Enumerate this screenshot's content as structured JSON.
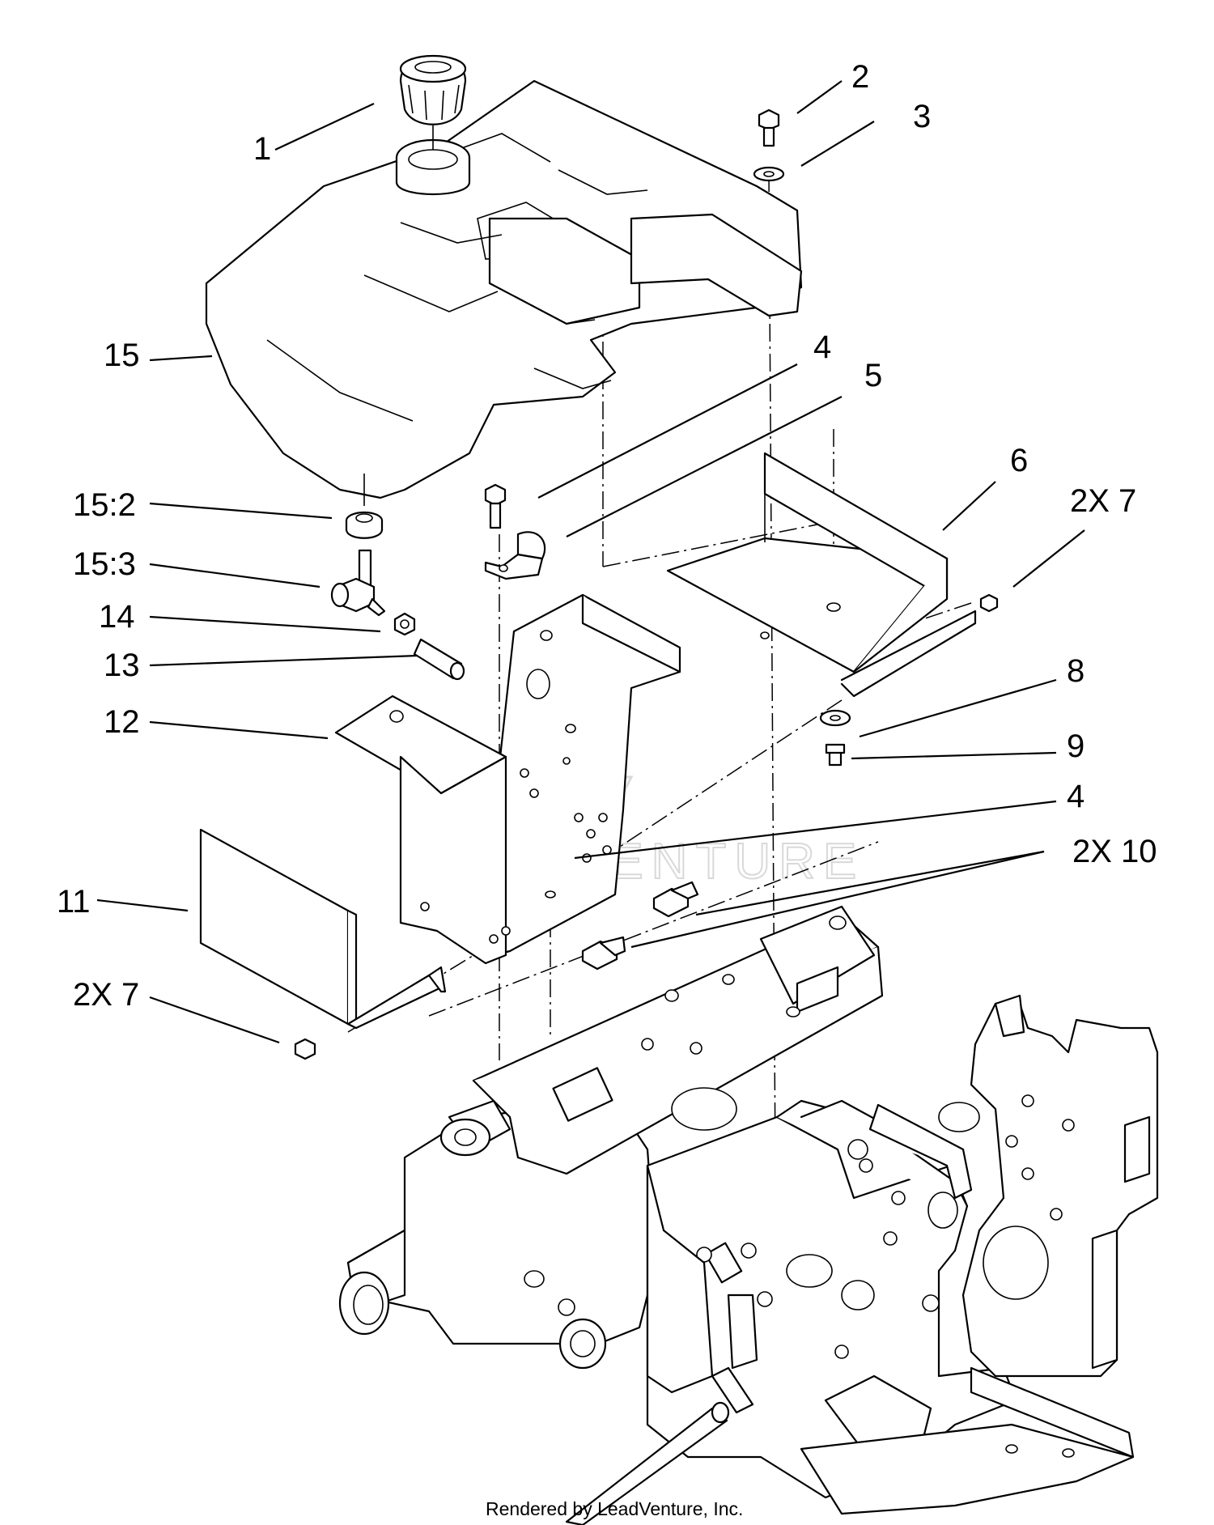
{
  "figure": {
    "callouts": [
      {
        "id": "c1",
        "label": "1"
      },
      {
        "id": "c2",
        "label": "2"
      },
      {
        "id": "c3",
        "label": "3"
      },
      {
        "id": "c4a",
        "label": "4"
      },
      {
        "id": "c5",
        "label": "5"
      },
      {
        "id": "c6",
        "label": "6"
      },
      {
        "id": "c7a",
        "label": "2X 7"
      },
      {
        "id": "c8",
        "label": "8"
      },
      {
        "id": "c9",
        "label": "9"
      },
      {
        "id": "c4b",
        "label": "4"
      },
      {
        "id": "c10",
        "label": "2X 10"
      },
      {
        "id": "c15",
        "label": "15"
      },
      {
        "id": "c152",
        "label": "15:2"
      },
      {
        "id": "c153",
        "label": "15:3"
      },
      {
        "id": "c14",
        "label": "14"
      },
      {
        "id": "c13",
        "label": "13"
      },
      {
        "id": "c12",
        "label": "12"
      },
      {
        "id": "c11",
        "label": "11"
      },
      {
        "id": "c7b",
        "label": "2X 7"
      }
    ],
    "watermark": "LEADVENTURE",
    "credit": "Rendered by LeadVenture, Inc.",
    "icons": [
      "leadventure-logo-icon"
    ]
  }
}
